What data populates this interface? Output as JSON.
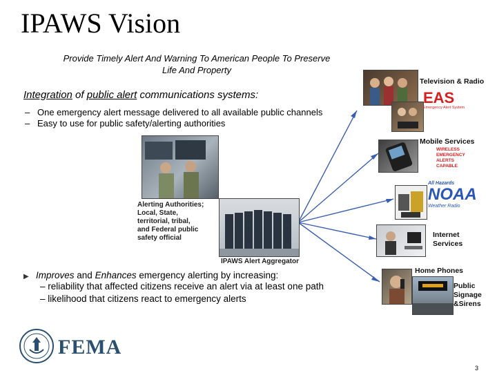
{
  "slide": {
    "title": "IPAWS Vision",
    "subtitle": "Provide Timely Alert And Warning To American People To Preserve Life And Property",
    "integration": {
      "part1": "Integration",
      "part2": " of ",
      "part3": "public alert",
      "part4": " communications systems:"
    },
    "bullets": [
      "One emergency alert message delivered to all available public channels",
      "Easy to use for public safety/alerting authorities"
    ],
    "improves": {
      "italic1": "Improves",
      "and": " and ",
      "italic2": "Enhances",
      "rest": " emergency alerting by increasing:"
    },
    "sub_bullets": [
      "– reliability that affected citizens receive an alert via at least one path",
      "– likelihood that citizens react to emergency alerts"
    ],
    "bullet_dash": "–",
    "page_number": "3",
    "logo_text": "FEMA"
  },
  "diagram": {
    "authorities_caption": "Alerting Authorities;\nLocal, State,\nterritorial, tribal,\nand Federal public\nsafety official",
    "aggregator_caption": "IPAWS Alert Aggregator",
    "channels": {
      "tv_radio": "Television & Radio",
      "eas": "EAS",
      "eas_sub": "Emergency Alert System",
      "mobile": "Mobile Services",
      "wireless": "WIRELESS\nEMERGENCY\nALERTS\nCAPABLE",
      "noaa_top": "All Hazards",
      "noaa": "NOAA",
      "noaa_sub": "Weather Radio",
      "internet": "Internet\nServices",
      "home_phones": "Home Phones",
      "signage": "Public\nSignage\n&Sirens"
    }
  },
  "colors": {
    "line": "#3a5fb0",
    "fema_blue": "#2b4f6e",
    "eas_red": "#d62020"
  }
}
